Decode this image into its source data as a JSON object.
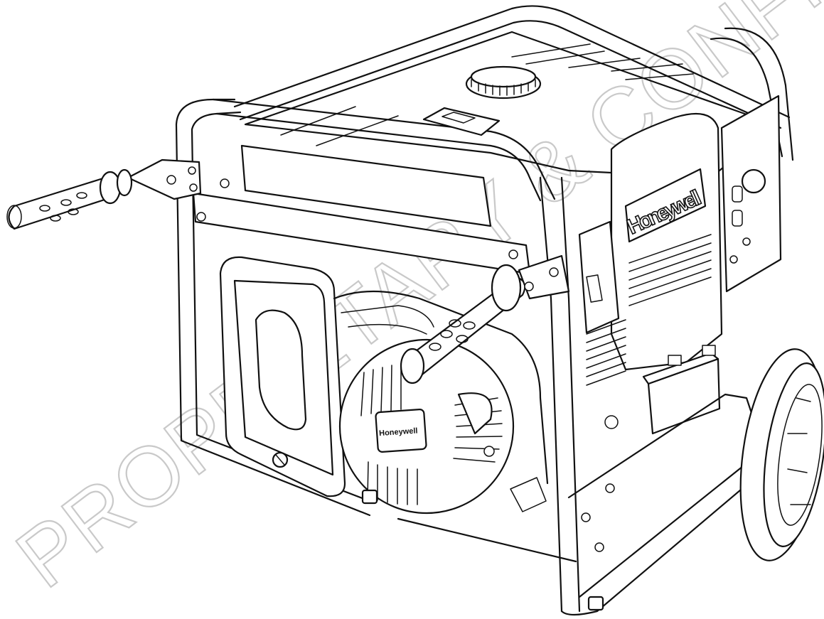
{
  "brand": {
    "side_panel_logo": "Honeywell",
    "recoil_cover_logo": "Honeywell"
  },
  "watermark": {
    "text": "PROPRIETARY & CONFIDENTIAL"
  }
}
